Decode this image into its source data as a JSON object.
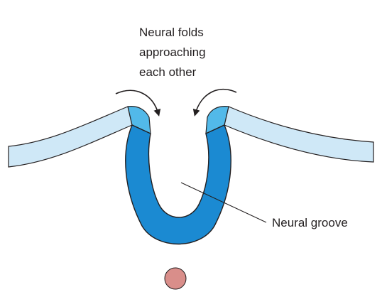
{
  "labels": {
    "folds_line1": "Neural folds",
    "folds_line2": "approaching",
    "folds_line3": "each other",
    "groove": "Neural groove"
  },
  "colors": {
    "ectoderm_light": "#cfe8f7",
    "fold_tip": "#52b9e9",
    "neural_plate": "#1b8ad2",
    "outline": "#231f20",
    "notochord": "#d98e8a"
  },
  "icons": [
    "curved-arrow-left",
    "curved-arrow-right",
    "notochord-circle"
  ]
}
